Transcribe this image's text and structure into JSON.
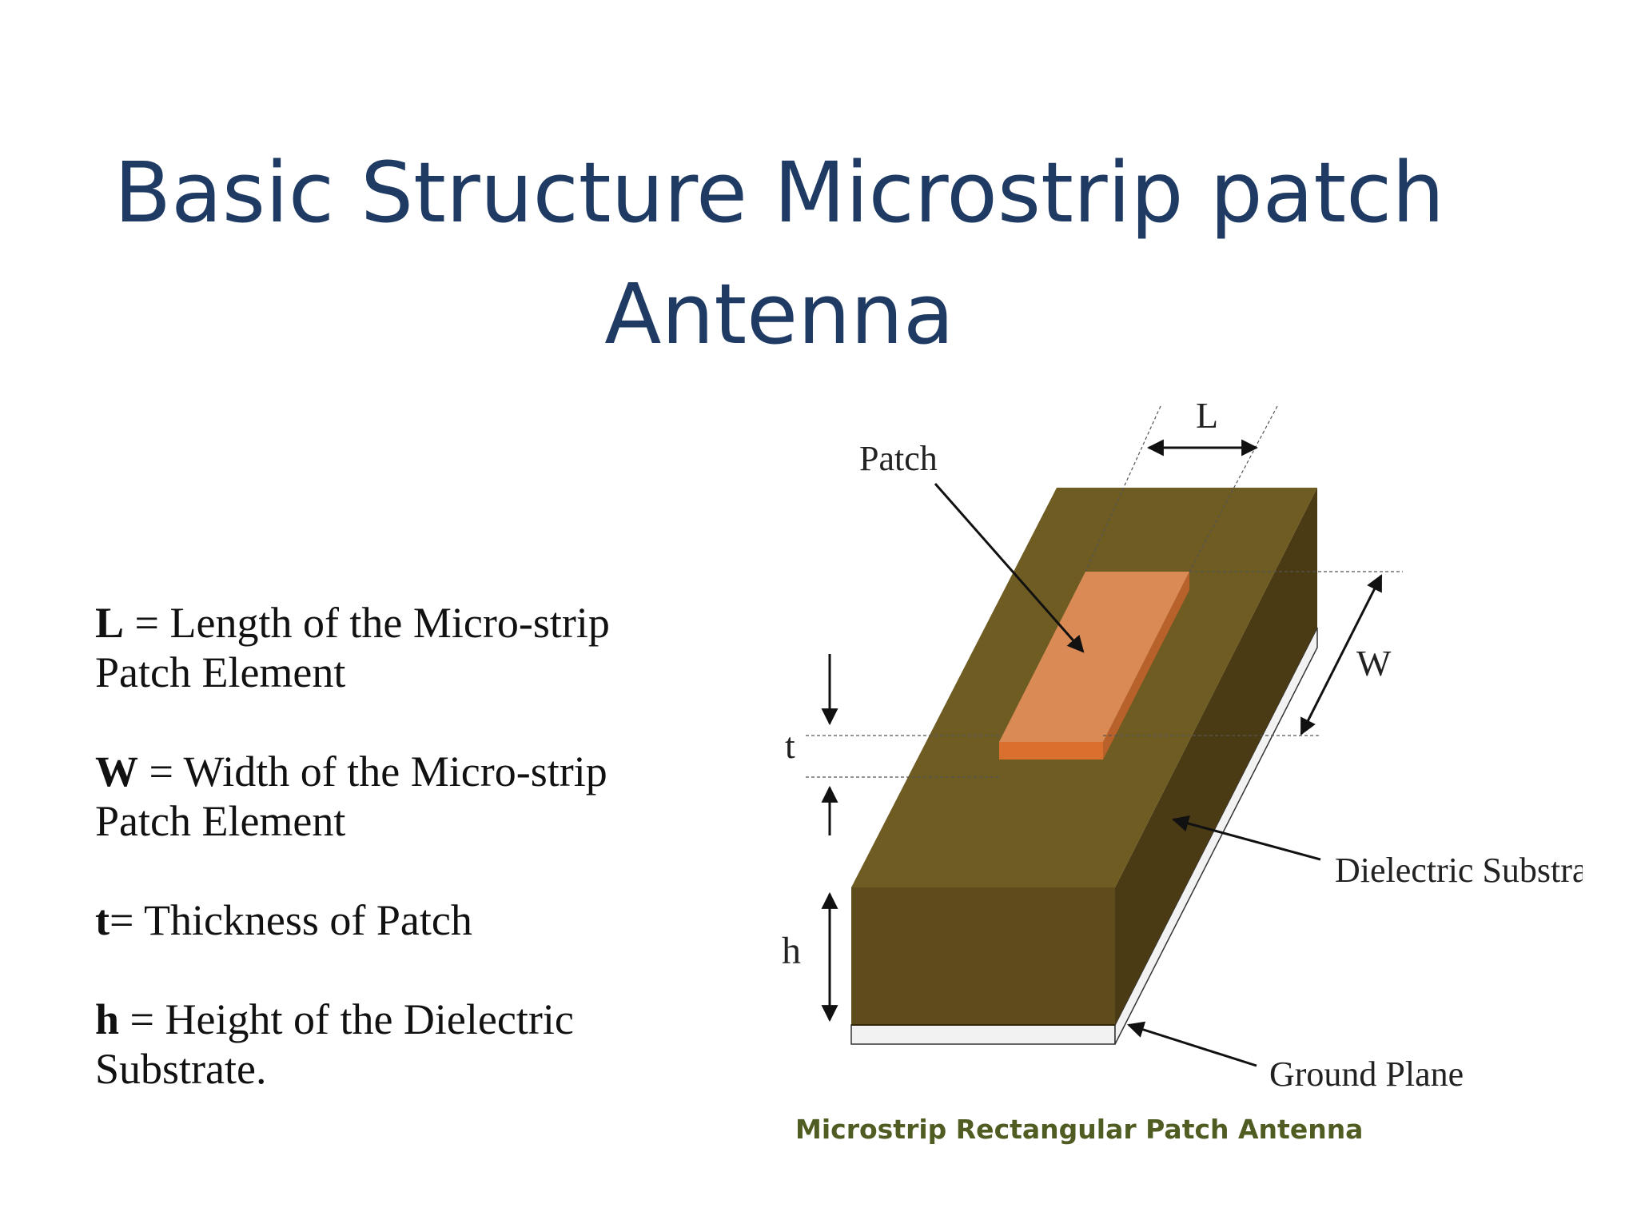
{
  "title": {
    "line1": "Basic Structure Microstrip patch",
    "line2": "Antenna"
  },
  "definitions": [
    {
      "symbol": "L",
      "text": " = Length of the Micro-strip Patch Element"
    },
    {
      "symbol": "W",
      "text": " = Width of the Micro-strip Patch Element"
    },
    {
      "symbol": "t",
      "text": "= Thickness of Patch"
    },
    {
      "symbol": "h",
      "text": " = Height of the Dielectric Substrate."
    }
  ],
  "diagram": {
    "labels": {
      "patch": "Patch",
      "length": "L",
      "width": "W",
      "thickness": "t",
      "height": "h",
      "dielectric": "Dielectric Substrate",
      "ground": "Ground Plane"
    },
    "colors": {
      "substrate_top": "#6f5c22",
      "substrate_front": "#5e4c1c",
      "substrate_side": "#4a3b14",
      "patch_top": "#d98a55",
      "patch_front": "#d9702e",
      "patch_side": "#b8612a",
      "ground": "#f2f2f2"
    }
  },
  "caption": "Microstrip Rectangular Patch Antenna"
}
